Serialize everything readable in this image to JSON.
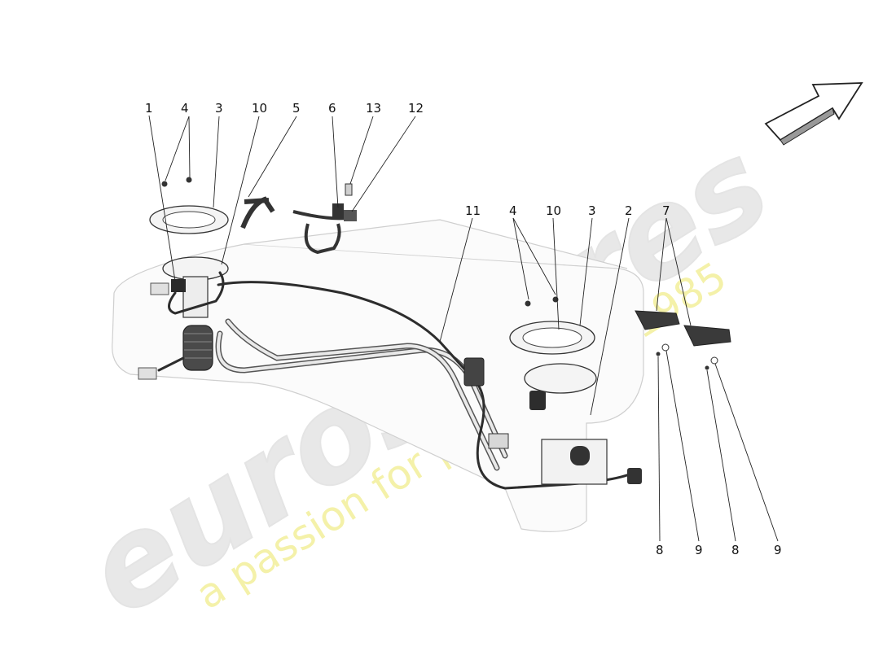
{
  "watermark": {
    "brand": "eurospares",
    "tagline": "a passion for parts since 1985",
    "brand_color": "#e6e6e6",
    "tagline_color": "#f3f0a0"
  },
  "direction_arrow": {
    "icon": "direction-arrow-icon"
  },
  "callouts": {
    "left_group": [
      "1",
      "4",
      "3",
      "10",
      "5",
      "6",
      "13",
      "12"
    ],
    "right_group": [
      "11",
      "4",
      "10",
      "3",
      "2",
      "7"
    ],
    "bottom_group": [
      "8",
      "9",
      "8",
      "9"
    ]
  }
}
